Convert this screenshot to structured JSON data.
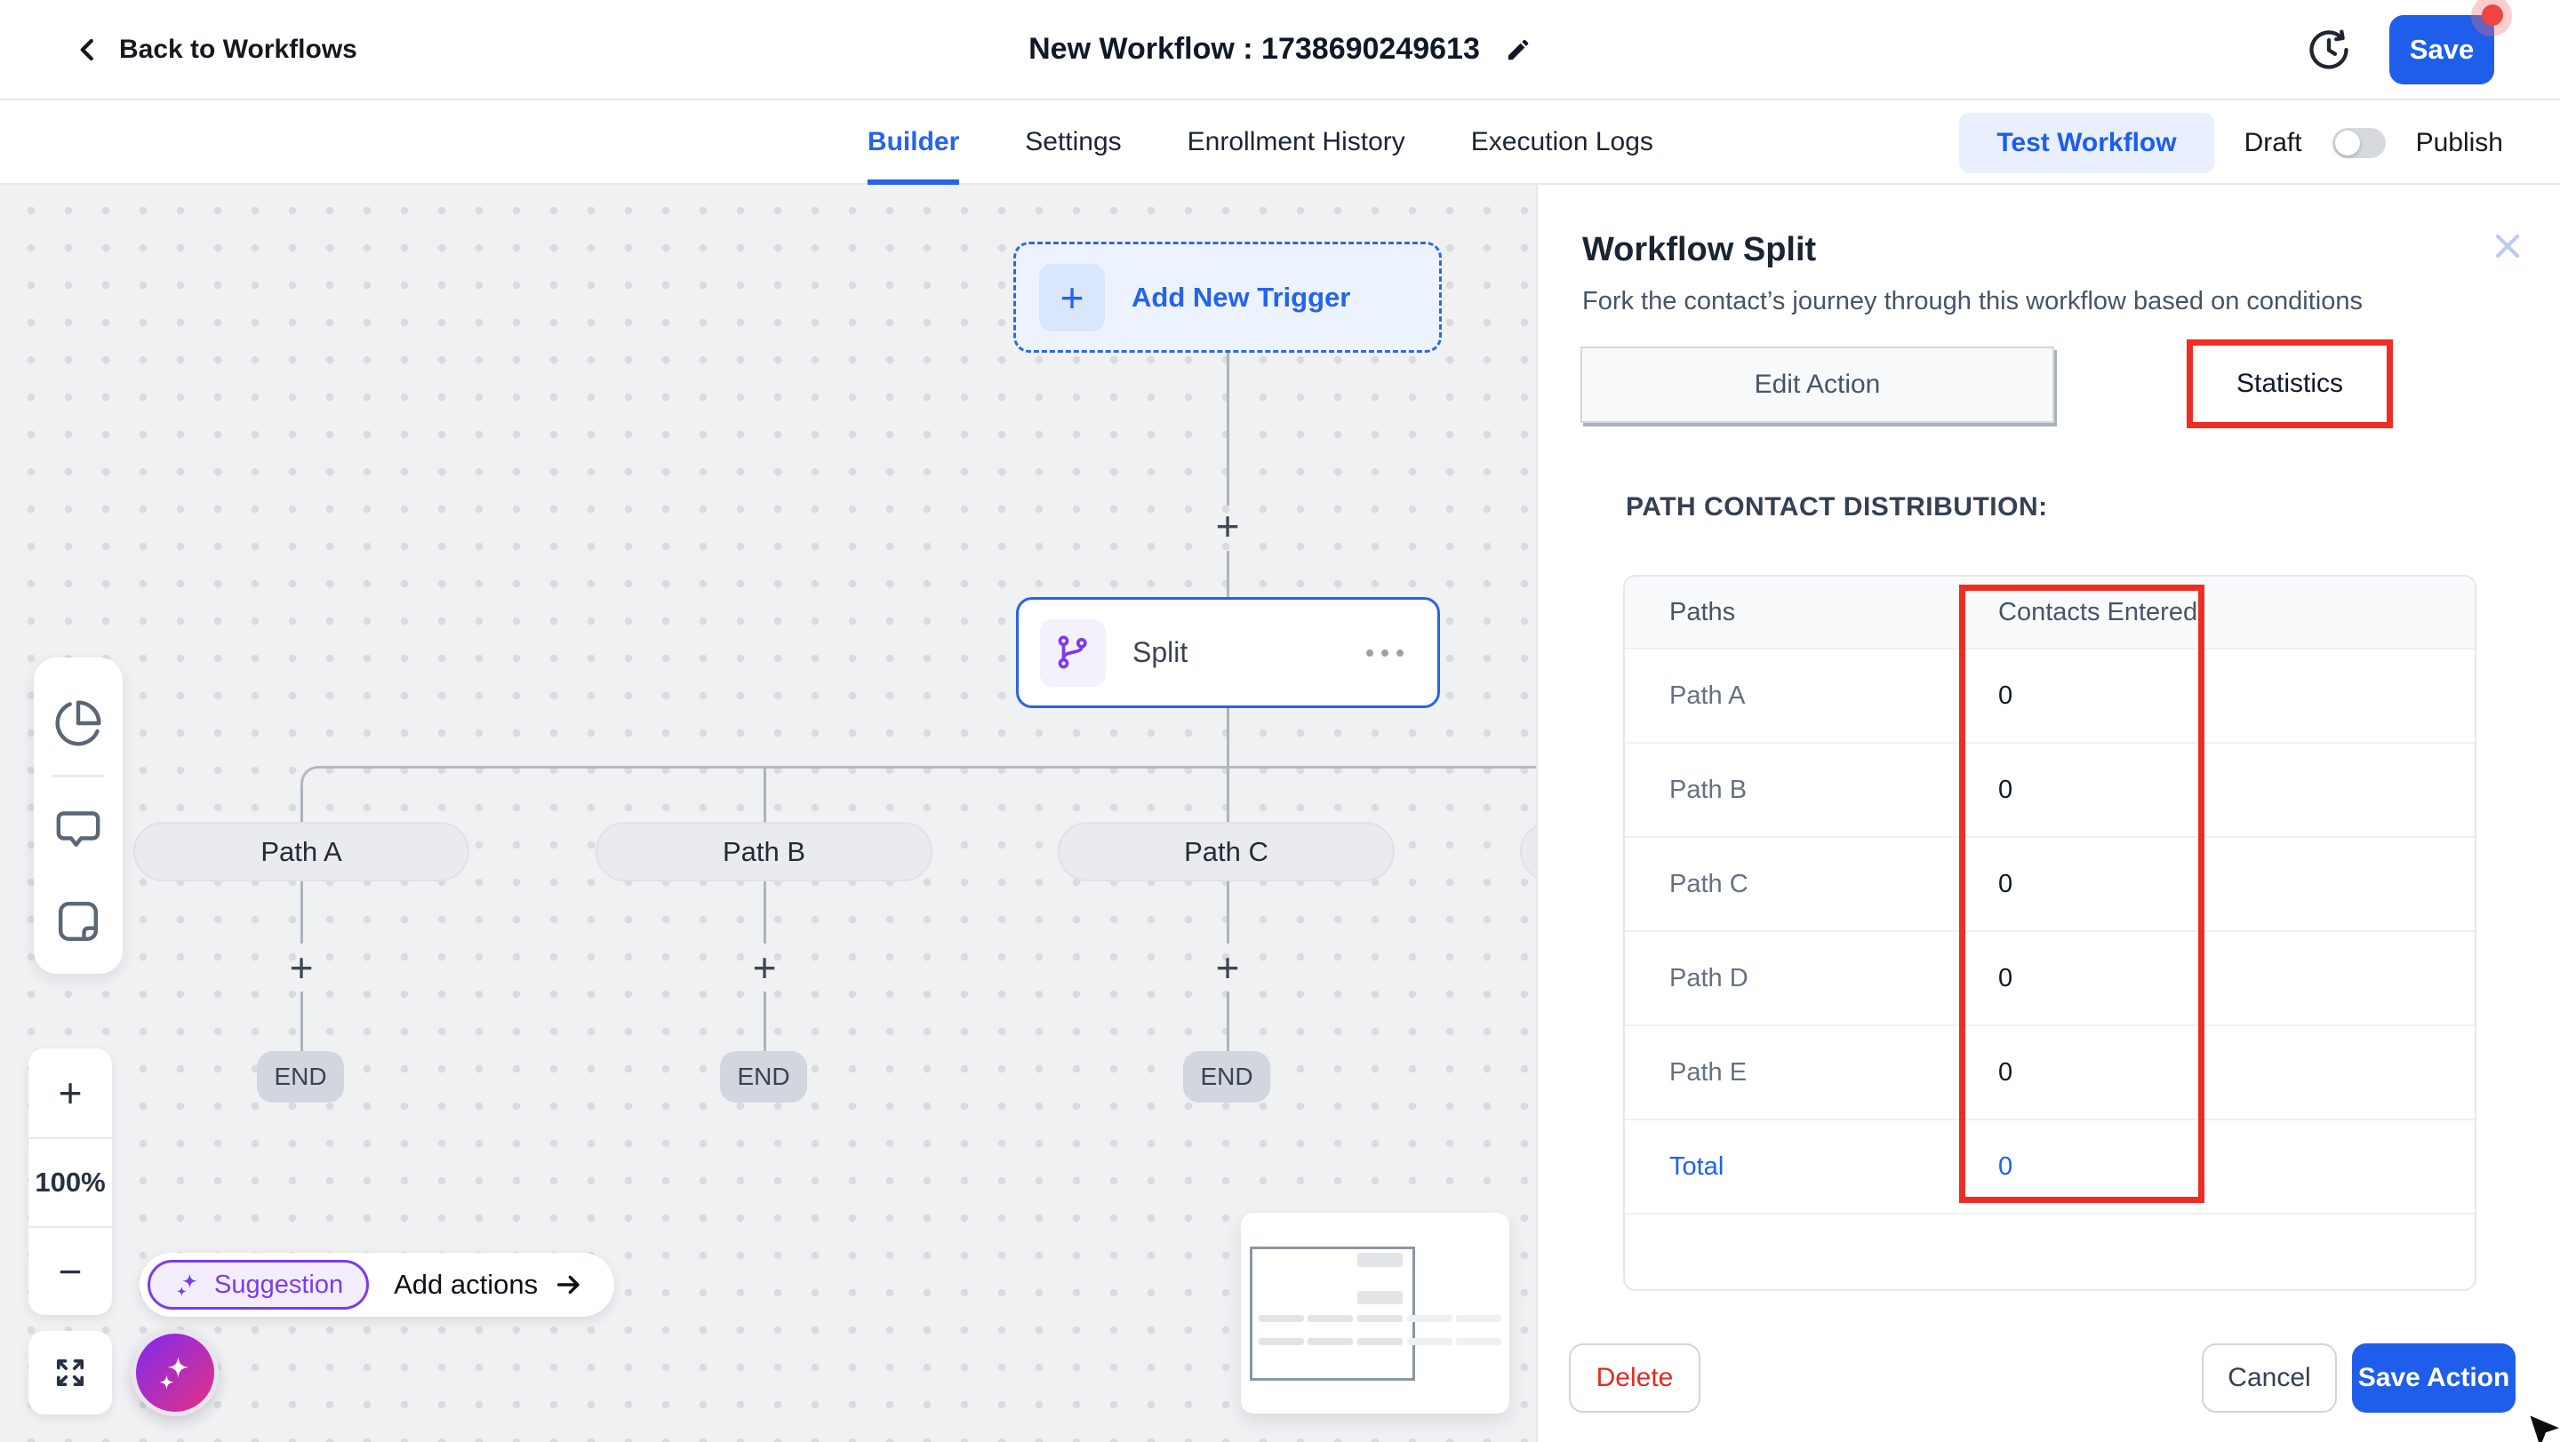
{
  "header": {
    "back_label": "Back to Workflows",
    "title": "New Workflow : 1738690249613",
    "save_label": "Save"
  },
  "nav": {
    "tabs": [
      {
        "label": "Builder",
        "active": true
      },
      {
        "label": "Settings",
        "active": false
      },
      {
        "label": "Enrollment History",
        "active": false
      },
      {
        "label": "Execution Logs",
        "active": false
      }
    ],
    "test_workflow_label": "Test Workflow",
    "draft_label": "Draft",
    "publish_label": "Publish",
    "publish_state": "Draft"
  },
  "canvas": {
    "trigger_label": "Add New Trigger",
    "split_label": "Split",
    "plus": "+",
    "paths": [
      {
        "label": "Path A"
      },
      {
        "label": "Path B"
      },
      {
        "label": "Path C"
      }
    ],
    "end_label": "END",
    "zoom_in": "+",
    "zoom_out": "−",
    "zoom_level": "100%",
    "suggestion_label": "Suggestion",
    "add_actions_label": "Add actions"
  },
  "panel": {
    "title": "Workflow Split",
    "description": "Fork the contact’s journey through this workflow based on conditions",
    "tabs": {
      "edit": "Edit Action",
      "stats": "Statistics"
    },
    "section_heading": "PATH CONTACT DISTRIBUTION:",
    "table": {
      "columns": [
        "Paths",
        "Contacts Entered"
      ],
      "rows": [
        {
          "path": "Path A",
          "value": "0"
        },
        {
          "path": "Path B",
          "value": "0"
        },
        {
          "path": "Path C",
          "value": "0"
        },
        {
          "path": "Path D",
          "value": "0"
        },
        {
          "path": "Path E",
          "value": "0"
        }
      ],
      "total": {
        "path": "Total",
        "value": "0"
      }
    },
    "buttons": {
      "delete": "Delete",
      "cancel": "Cancel",
      "save": "Save Action"
    }
  },
  "colors": {
    "accent_blue": "#1f5eea",
    "active_tab_blue": "#2563eb",
    "annotation_red": "#ee2e24",
    "purple": "#7c3aed",
    "notification_red": "#ee4443"
  }
}
